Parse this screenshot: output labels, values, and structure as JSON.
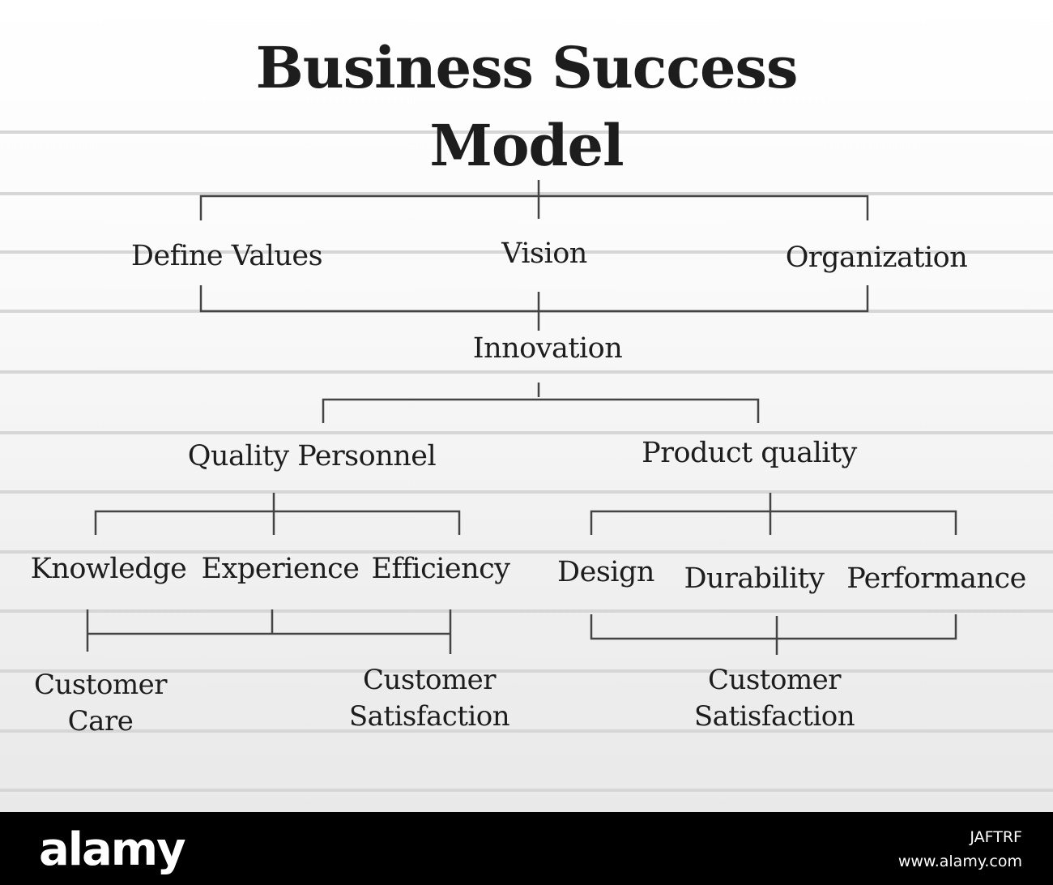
{
  "title": {
    "line1": "Business Success",
    "line2": "Model"
  },
  "nodes": {
    "define_values": "Define Values",
    "vision": "Vision",
    "organization": "Organization",
    "innovation": "Innovation",
    "quality_personnel": "Quality Personnel",
    "product_quality": "Product quality",
    "knowledge": "Knowledge",
    "experience": "Experience",
    "efficiency": "Efficiency",
    "design": "Design",
    "durability": "Durability",
    "performance": "Performance",
    "customer_care": {
      "line1": "Customer",
      "line2": "Care"
    },
    "customer_satisfaction_left": {
      "line1": "Customer",
      "line2": "Satisfaction"
    },
    "customer_satisfaction_right": {
      "line1": "Customer",
      "line2": "Satisfaction"
    }
  },
  "footer": {
    "brand": "alamy",
    "image_id": "JAFTRF",
    "site": "www.alamy.com"
  },
  "colors": {
    "line": "#444444",
    "text": "#1d1d1d",
    "ruled": "#d6d6d6",
    "footer_bg": "#000000"
  }
}
